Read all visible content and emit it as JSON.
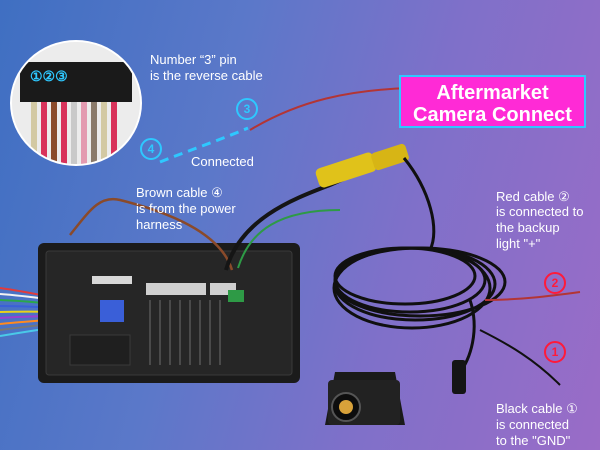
{
  "title": {
    "line1": "Aftermarket",
    "line2": "Camera Connect"
  },
  "labels": {
    "pin_note_line1": "Number “3” pin",
    "pin_note_line2": "is the reverse cable",
    "connected": "Connected",
    "brown_line1": "Brown cable ④",
    "brown_line2": "is from the power",
    "brown_line3": "harness",
    "red_line1": "Red cable ②",
    "red_line2": "is connected to",
    "red_line3": "the backup",
    "red_line4": "light \"+\"",
    "black_line1": "Black cable ①",
    "black_line2": "is connected",
    "black_line3": "to the \"GND\""
  },
  "pin_numbers": "①②③",
  "markers": {
    "m3": "3",
    "m4": "4",
    "m2": "2",
    "m1": "1"
  },
  "colors": {
    "accent_blue": "#2ec8ff",
    "title_magenta": "#ff2ad6",
    "marker_red": "#ff1a3a",
    "device_black": "#1b1b1b",
    "connector_yellow": "#e0c21a"
  }
}
